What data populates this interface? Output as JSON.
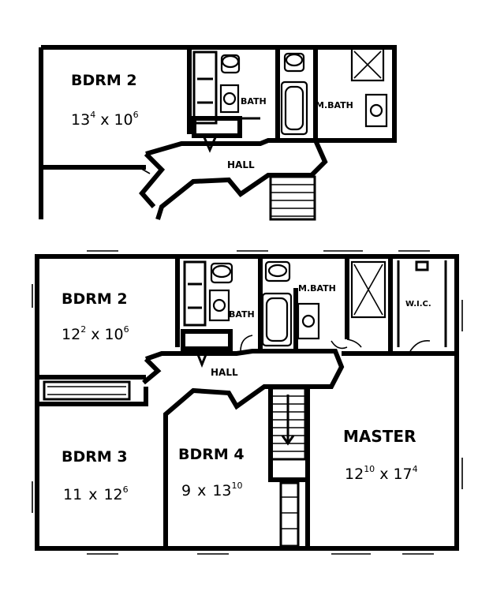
{
  "plan_a": {
    "bdrm2": {
      "name": "BDRM 2",
      "w": "13",
      "w_sup": "4",
      "x": "x",
      "h": "10",
      "h_sup": "6"
    },
    "bath": "BATH",
    "mbath": "M.BATH",
    "hall": "HALL"
  },
  "plan_b": {
    "bdrm2": {
      "name": "BDRM 2",
      "w": "12",
      "w_sup": "2",
      "x": "x",
      "h": "10",
      "h_sup": "6"
    },
    "bath": "BATH",
    "mbath": "M.BATH",
    "wic": "W.I.C.",
    "hall": "HALL",
    "bdrm3": {
      "name": "BDRM 3",
      "w": "11",
      "x": "x",
      "h": "12",
      "h_sup": "6"
    },
    "bdrm4": {
      "name": "BDRM 4",
      "w": "9",
      "x": "x",
      "h": "13",
      "h_sup": "10"
    },
    "master": {
      "name": "MASTER",
      "w": "12",
      "w_sup": "10",
      "x": "x",
      "h": "17",
      "h_sup": "4"
    }
  }
}
